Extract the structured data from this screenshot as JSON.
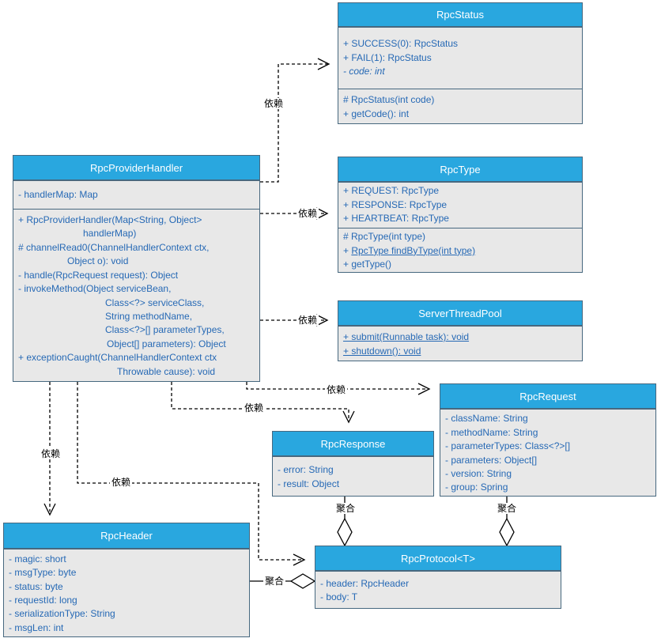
{
  "diagram": {
    "edge_labels": {
      "dependency": "依赖",
      "aggregation": "聚合"
    },
    "colors": {
      "header_fill": "#29A7DF",
      "body_fill": "#E8E8E8",
      "border": "#47687F",
      "member_text": "#2669B5",
      "title_text": "#FFFFFF",
      "edge_label_text": "#000000"
    },
    "classes": [
      {
        "title": "RpcStatus",
        "sections": [
          {
            "lines": [
              {
                "text": "+ SUCCESS(0): RpcStatus"
              },
              {
                "text": "+ FAIL(1): RpcStatus"
              },
              {
                "text": "- code: int",
                "italic": true
              }
            ]
          },
          {
            "lines": [
              {
                "text": "# RpcStatus(int code)"
              },
              {
                "text": "+ getCode(): int"
              }
            ]
          }
        ]
      },
      {
        "title": "RpcProviderHandler",
        "sections": [
          {
            "lines": [
              {
                "text": "- handlerMap: Map"
              }
            ]
          },
          {
            "lines": [
              {
                "text": "+ RpcProviderHandler(Map<String, Object>"
              },
              {
                "text": "handlerMap)",
                "indent": 82
              },
              {
                "text": "# channelRead0(ChannelHandlerContext ctx,"
              },
              {
                "text": "Object o): void",
                "indent": 62
              },
              {
                "text": "- handle(RpcRequest request): Object"
              },
              {
                "text": "- invokeMethod(Object serviceBean,"
              },
              {
                "text": "Class<?> serviceClass,",
                "indent": 110
              },
              {
                "text": "String methodName,",
                "indent": 110
              },
              {
                "text": "Class<?>[] parameterTypes,",
                "indent": 110
              },
              {
                "text": "Object[] parameters): Object",
                "indent": 112
              },
              {
                "text": "+ exceptionCaught(ChannelHandlerContext ctx"
              },
              {
                "text": "Throwable cause): void",
                "indent": 125
              }
            ]
          }
        ]
      },
      {
        "title": "RpcType",
        "sections": [
          {
            "lines": [
              {
                "text": "+ REQUEST: RpcType"
              },
              {
                "text": "+ RESPONSE: RpcType"
              },
              {
                "text": "+ HEARTBEAT: RpcType"
              }
            ]
          },
          {
            "lines": [
              {
                "text": "# RpcType(int type)"
              },
              {
                "pre": "+ ",
                "text": "RpcType findByType(int type)",
                "underline": true
              },
              {
                "text": "+ getType()"
              }
            ]
          }
        ]
      },
      {
        "title": "ServerThreadPool",
        "sections": [
          {
            "lines": [
              {
                "text": "+ submit(Runnable task): void",
                "underline": true
              },
              {
                "text": "+ shutdown(): void",
                "underline": true
              }
            ]
          }
        ]
      },
      {
        "title": "RpcRequest",
        "sections": [
          {
            "lines": [
              {
                "text": "- className: String"
              },
              {
                "text": "- methodName: String"
              },
              {
                "text": "- parameterTypes: Class<?>[]"
              },
              {
                "text": "- parameters: Object[]"
              },
              {
                "text": "- version: String"
              },
              {
                "text": "- group: Spring"
              }
            ]
          }
        ]
      },
      {
        "title": "RpcResponse",
        "sections": [
          {
            "lines": [
              {
                "text": "- error: String"
              },
              {
                "text": "- result: Object"
              }
            ]
          }
        ]
      },
      {
        "title": "RpcHeader",
        "sections": [
          {
            "lines": [
              {
                "text": "- magic: short"
              },
              {
                "text": "- msgType: byte"
              },
              {
                "text": "- status: byte"
              },
              {
                "text": "- requestId: long"
              },
              {
                "text": "- serializationType: String"
              },
              {
                "text": "- msgLen: int"
              }
            ]
          }
        ]
      },
      {
        "title": "RpcProtocol<T>",
        "sections": [
          {
            "lines": [
              {
                "text": "- header: RpcHeader"
              },
              {
                "text": "- body: T"
              }
            ]
          }
        ]
      }
    ]
  }
}
